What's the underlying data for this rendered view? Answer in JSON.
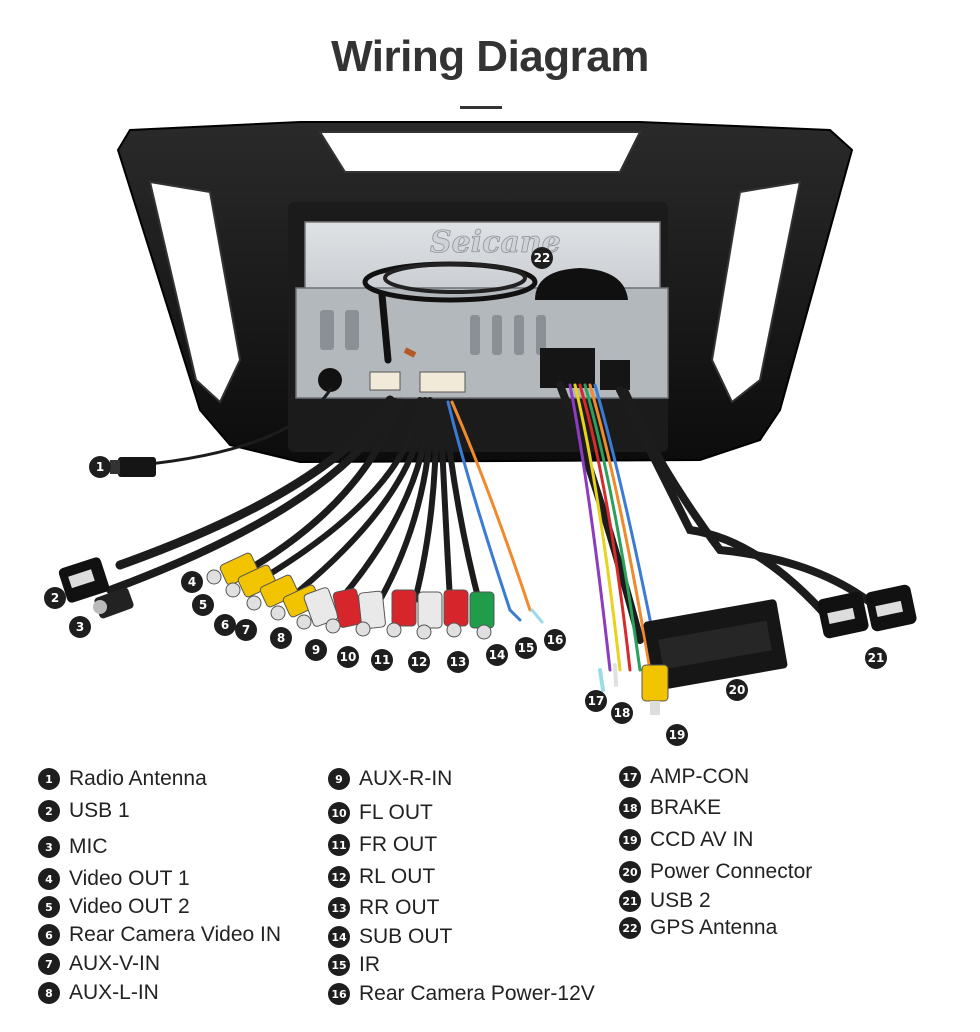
{
  "title": "Wiring Diagram",
  "brand": "Seicane",
  "legend": [
    {
      "num": "1",
      "label": "Radio Antenna"
    },
    {
      "num": "2",
      "label": "USB 1"
    },
    {
      "num": "3",
      "label": "MIC"
    },
    {
      "num": "4",
      "label": "Video OUT 1"
    },
    {
      "num": "5",
      "label": "Video OUT 2"
    },
    {
      "num": "6",
      "label": "Rear Camera Video IN"
    },
    {
      "num": "7",
      "label": "AUX-V-IN"
    },
    {
      "num": "8",
      "label": "AUX-L-IN"
    },
    {
      "num": "9",
      "label": "AUX-R-IN"
    },
    {
      "num": "10",
      "label": "FL OUT"
    },
    {
      "num": "11",
      "label": "FR OUT"
    },
    {
      "num": "12",
      "label": "RL OUT"
    },
    {
      "num": "13",
      "label": "RR OUT"
    },
    {
      "num": "14",
      "label": "SUB OUT"
    },
    {
      "num": "15",
      "label": "IR"
    },
    {
      "num": "16",
      "label": "Rear Camera Power-12V"
    },
    {
      "num": "17",
      "label": "AMP-CON"
    },
    {
      "num": "18",
      "label": "BRAKE"
    },
    {
      "num": "19",
      "label": "CCD AV IN"
    },
    {
      "num": "20",
      "label": "Power Connector"
    },
    {
      "num": "21",
      "label": "USB 2"
    },
    {
      "num": "22",
      "label": "GPS Antenna"
    }
  ],
  "colors": {
    "frame": "#141414",
    "cable": "#1c1c1c",
    "rca_yellow": "#f2c400",
    "rca_white": "#e9e9e9",
    "rca_red": "#d7262b",
    "rca_green": "#1f9d4a",
    "metal": "#bfc3c8"
  }
}
